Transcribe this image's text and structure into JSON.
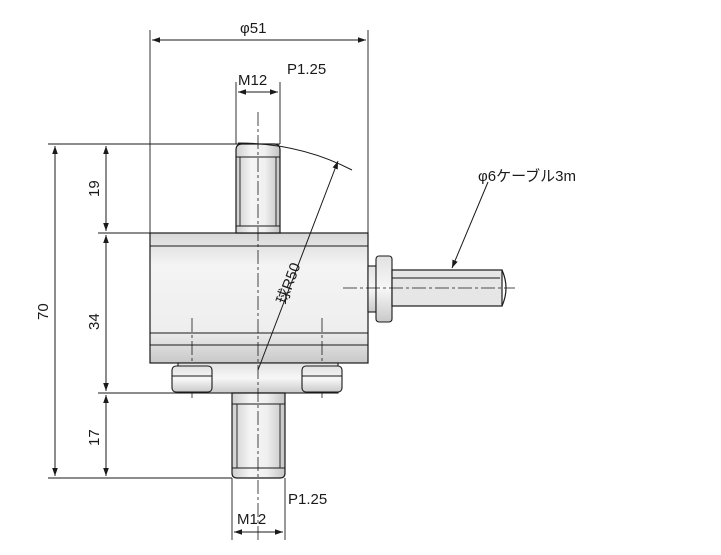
{
  "dimensions": {
    "top_width": "φ51",
    "top_thread": "M12",
    "top_pitch": "P1.25",
    "bottom_thread": "M12",
    "bottom_pitch": "P1.25",
    "overall_height": "70",
    "upper_height": "19",
    "middle_height": "34",
    "lower_height": "17",
    "sphere_radius": "球R50",
    "cable": "φ6ケーブル3m"
  },
  "colors": {
    "line": "#1a1a1a",
    "body_light": "#f2f2f2",
    "body_dark": "#bdbdbd"
  }
}
